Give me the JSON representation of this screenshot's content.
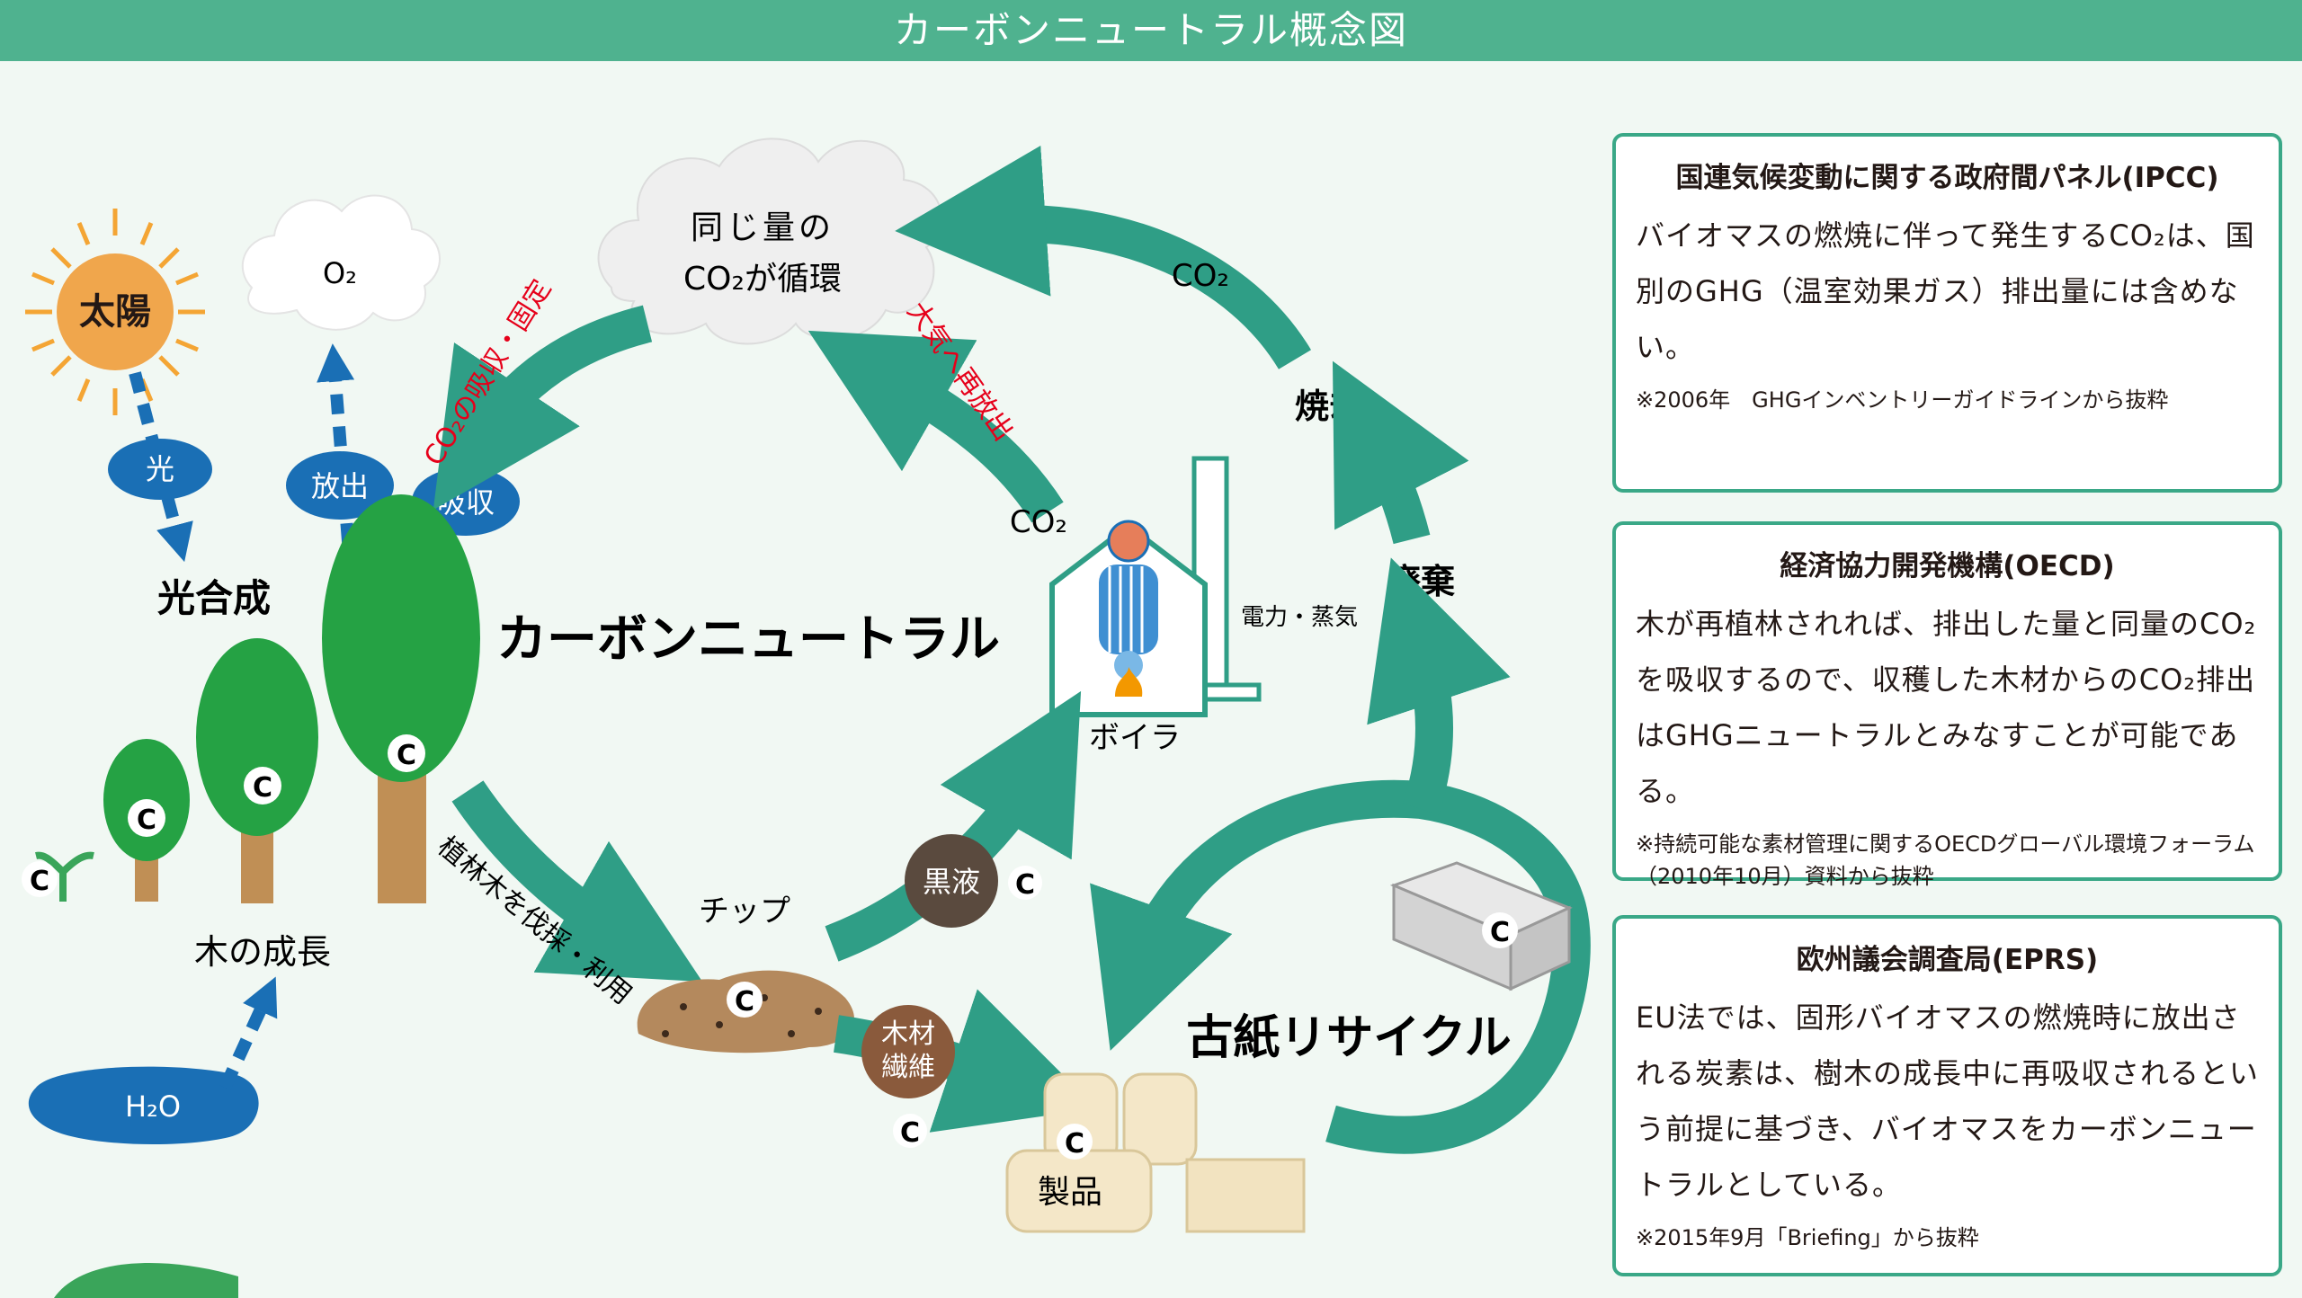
{
  "header": {
    "title": "カーボンニュートラル概念図"
  },
  "diagram": {
    "sun": "太陽",
    "o2": "O₂",
    "light": "光",
    "release": "放出",
    "absorb": "吸収",
    "photosynthesis": "光合成",
    "cloud_line1": "同じ量の",
    "cloud_line2": "CO₂が循環",
    "co2_absorb_fix": "CO₂の吸収・固定",
    "re_release": "大気へ再放出",
    "co2_top": "CO₂",
    "co2_boiler": "CO₂",
    "incineration": "焼却",
    "disposal": "廃棄",
    "power_steam": "電力・蒸気",
    "boiler": "ボイラ",
    "center": "カーボンニュートラル",
    "tree_growth": "木の成長",
    "h2o": "H₂O",
    "harvest": "植林木を伐採・利用",
    "chip": "チップ",
    "black_liquor": "黒液",
    "wood_fiber_1": "木材",
    "wood_fiber_2": "繊維",
    "product": "製品",
    "recycle": "古紙リサイクル",
    "carbon": "C"
  },
  "colors": {
    "teal": "#2f9e86",
    "header": "#4fb28f",
    "blue": "#1a6fb5",
    "red": "#e6001a",
    "brown": "#5a4a3e",
    "fiber": "#8a5a3c"
  },
  "boxes": [
    {
      "title": "国連気候変動に関する政府間パネル(IPCC)",
      "body": "バイオマスの燃焼に伴って発生するCO₂は、国別のGHG（温室効果ガス）排出量には含めない。",
      "note": "※2006年　GHGインベントリーガイドラインから抜粋"
    },
    {
      "title": "経済協力開発機構(OECD)",
      "body": "木が再植林されれば、排出した量と同量のCO₂を吸収するので、収穫した木材からのCO₂排出はGHGニュートラルとみなすことが可能である。",
      "note": "※持続可能な素材管理に関するOECDグローバル環境フォーラム（2010年10月）資料から抜粋"
    },
    {
      "title": "欧州議会調査局(EPRS)",
      "body": "EU法では、固形バイオマスの燃焼時に放出される炭素は、樹木の成長中に再吸収されるという前提に基づき、バイオマスをカーボンニュートラルとしている。",
      "note": "※2015年9月「Briefing」から抜粋"
    }
  ]
}
